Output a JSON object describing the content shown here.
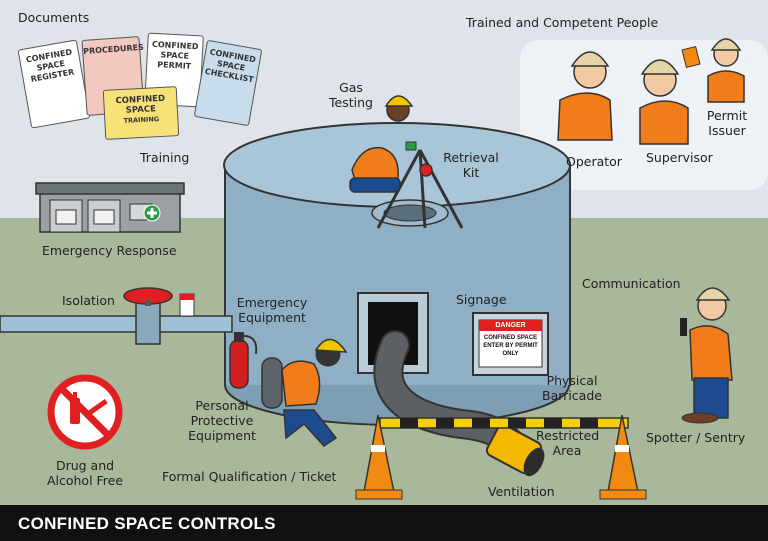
{
  "title": "CONFINED SPACE CONTROLS",
  "colors": {
    "sky": "#dfe4ea",
    "ground": "#a9b89a",
    "tank": "#8fb0c4",
    "pipe": "#9fc1d6",
    "hivis_orange": "#f07d1a",
    "helmet_yellow": "#f5c400",
    "cone_orange": "#f28a12",
    "no_sign_red": "#e02020",
    "footer": "#111111"
  },
  "documents": {
    "cards": {
      "register": "CONFINED SPACE REGISTER",
      "procedures": "PROCEDURES",
      "permit": "CONFINED SPACE PERMIT",
      "checklist": "CONFINED SPACE CHECKLIST",
      "training": "CONFINED SPACE",
      "training_sub": "TRAINING"
    }
  },
  "danger_sign": {
    "header": "DANGER",
    "text": "CONFINED SPACE ENTER BY PERMIT ONLY"
  },
  "labels": {
    "documents": "Documents",
    "trained_people": "Trained and Competent People",
    "permit_issuer": "Permit Issuer",
    "operator": "Operator",
    "supervisor": "Supervisor",
    "gas_testing": "Gas Testing",
    "retrieval_kit": "Retrieval Kit",
    "training": "Training",
    "emergency_response": "Emergency Response",
    "isolation": "Isolation",
    "emergency_equipment": "Emergency Equipment",
    "signage": "Signage",
    "communication": "Communication",
    "physical_barricade": "Physical Barricade",
    "restricted_area": "Restricted Area",
    "spotter_sentry": "Spotter / Sentry",
    "ppe": "Personal Protective Equipment",
    "drug_alcohol": "Drug and Alcohol Free",
    "formal_qualification": "Formal Qualification / Ticket",
    "ventilation": "Ventilation"
  }
}
